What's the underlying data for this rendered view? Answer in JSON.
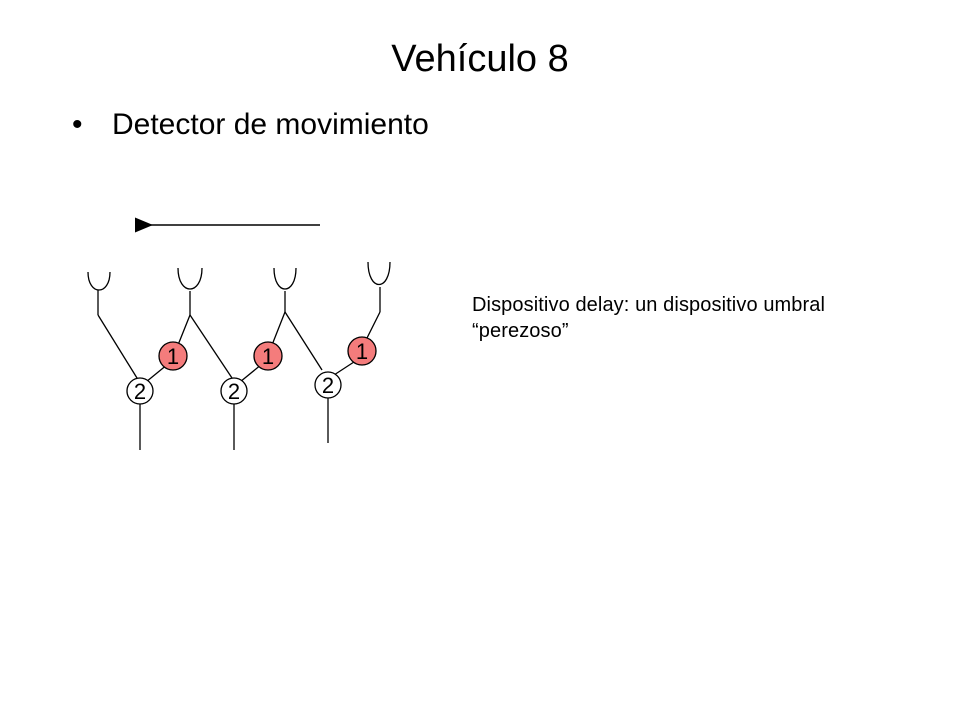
{
  "slide": {
    "title": "Vehículo 8",
    "bullet": "Detector de movimiento"
  },
  "note": {
    "line1": "Dispositivo delay: un dispositivo umbral",
    "line2": "“perezoso”"
  },
  "diagram": {
    "delay_label": "1",
    "threshold_label": "2",
    "delay_color": "#f47c7c"
  }
}
